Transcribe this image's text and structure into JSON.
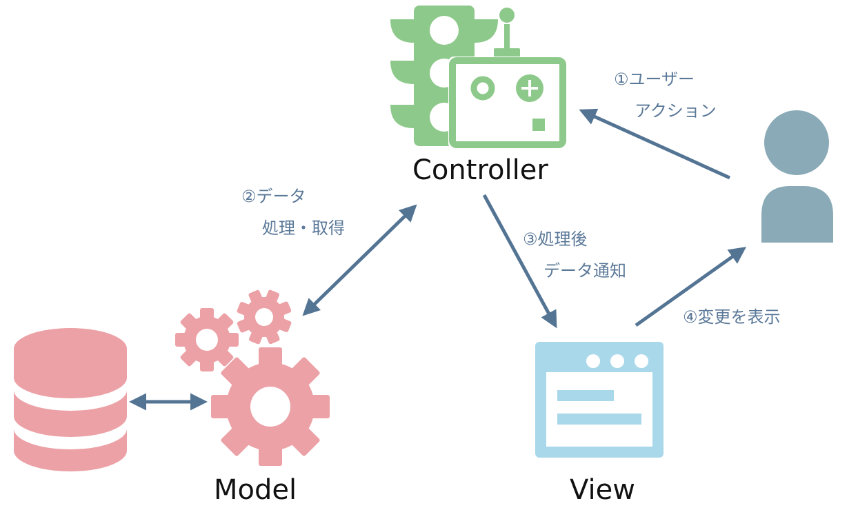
{
  "nodes": {
    "controller": {
      "label": "Controller"
    },
    "model": {
      "label": "Model"
    },
    "view": {
      "label": "View"
    }
  },
  "steps": [
    {
      "id": "user-action",
      "lines": [
        "①ユーザー",
        "アクション"
      ]
    },
    {
      "id": "data-processing",
      "lines": [
        "②データ",
        "処理・取得"
      ]
    },
    {
      "id": "notify",
      "lines": [
        "③処理後",
        "データ通知"
      ]
    },
    {
      "id": "display",
      "lines": [
        "④変更を表示"
      ]
    }
  ],
  "colors": {
    "controller": "#8dc98a",
    "model": "#eca1a6",
    "view": "#a9d8ea",
    "user": "#89aab6",
    "arrow": "#547494",
    "label": "#5a7898"
  },
  "icons": [
    "traffic-light-icon",
    "remote-control-icon",
    "database-icon",
    "gears-icon",
    "browser-window-icon",
    "user-icon"
  ]
}
